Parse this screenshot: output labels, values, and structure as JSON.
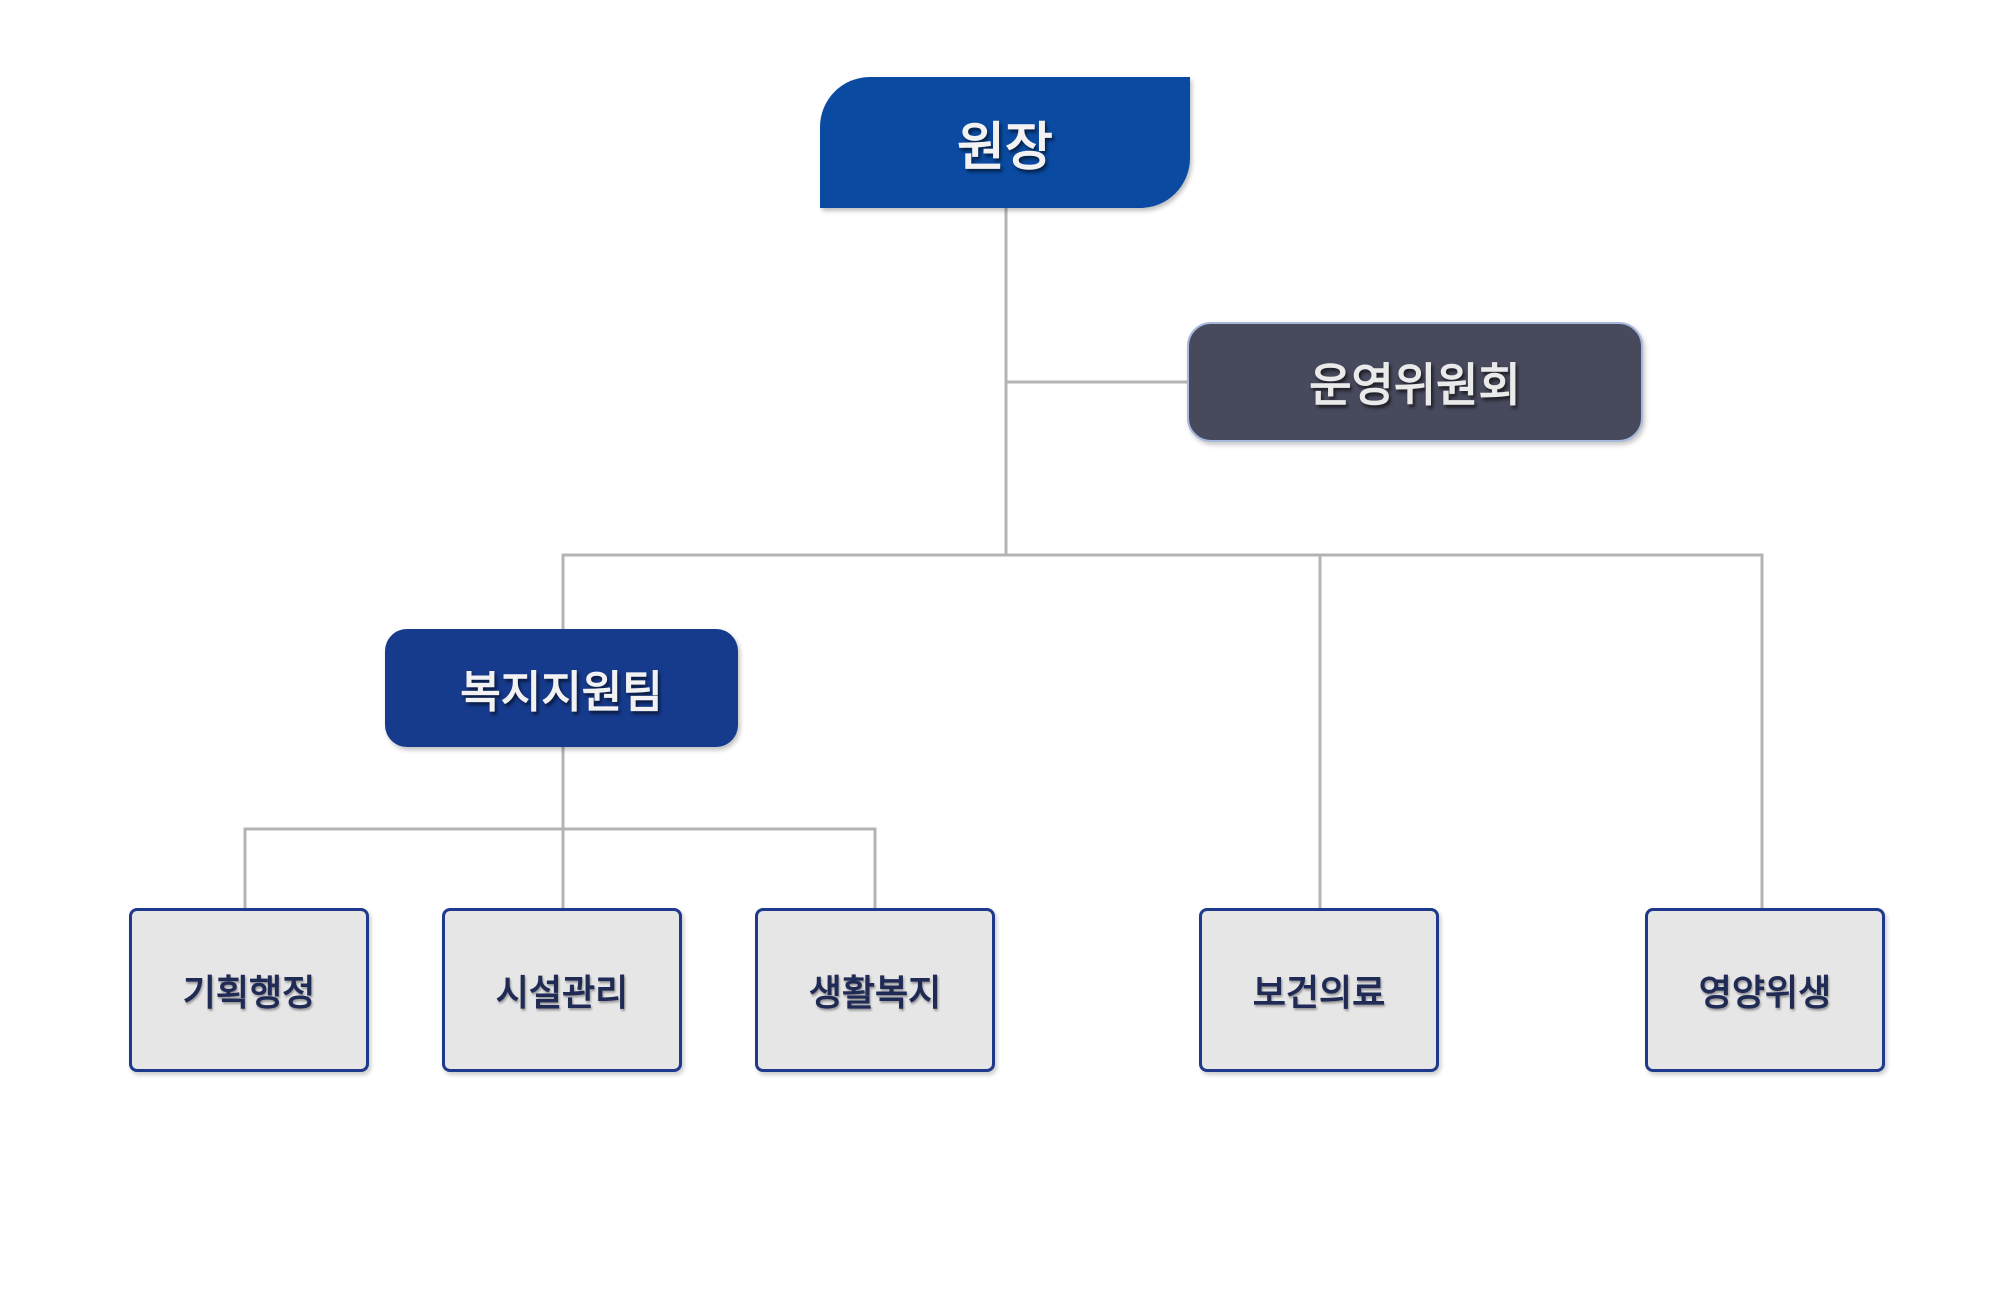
{
  "org_chart": {
    "director": {
      "label": "원장"
    },
    "committee": {
      "label": "운영위원회"
    },
    "team": {
      "label": "복지지원팀"
    },
    "departments": [
      {
        "label": "기획행정"
      },
      {
        "label": "시설관리"
      },
      {
        "label": "생활복지"
      },
      {
        "label": "보건의료"
      },
      {
        "label": "영양위생"
      }
    ]
  },
  "colors": {
    "director_fill": "#0a4aa1",
    "committee_fill": "#474a5c",
    "team_fill": "#163a8c",
    "leaf_fill": "#e6e6e6",
    "leaf_border": "#1f3a8c",
    "connector": "#b4b4b4"
  }
}
